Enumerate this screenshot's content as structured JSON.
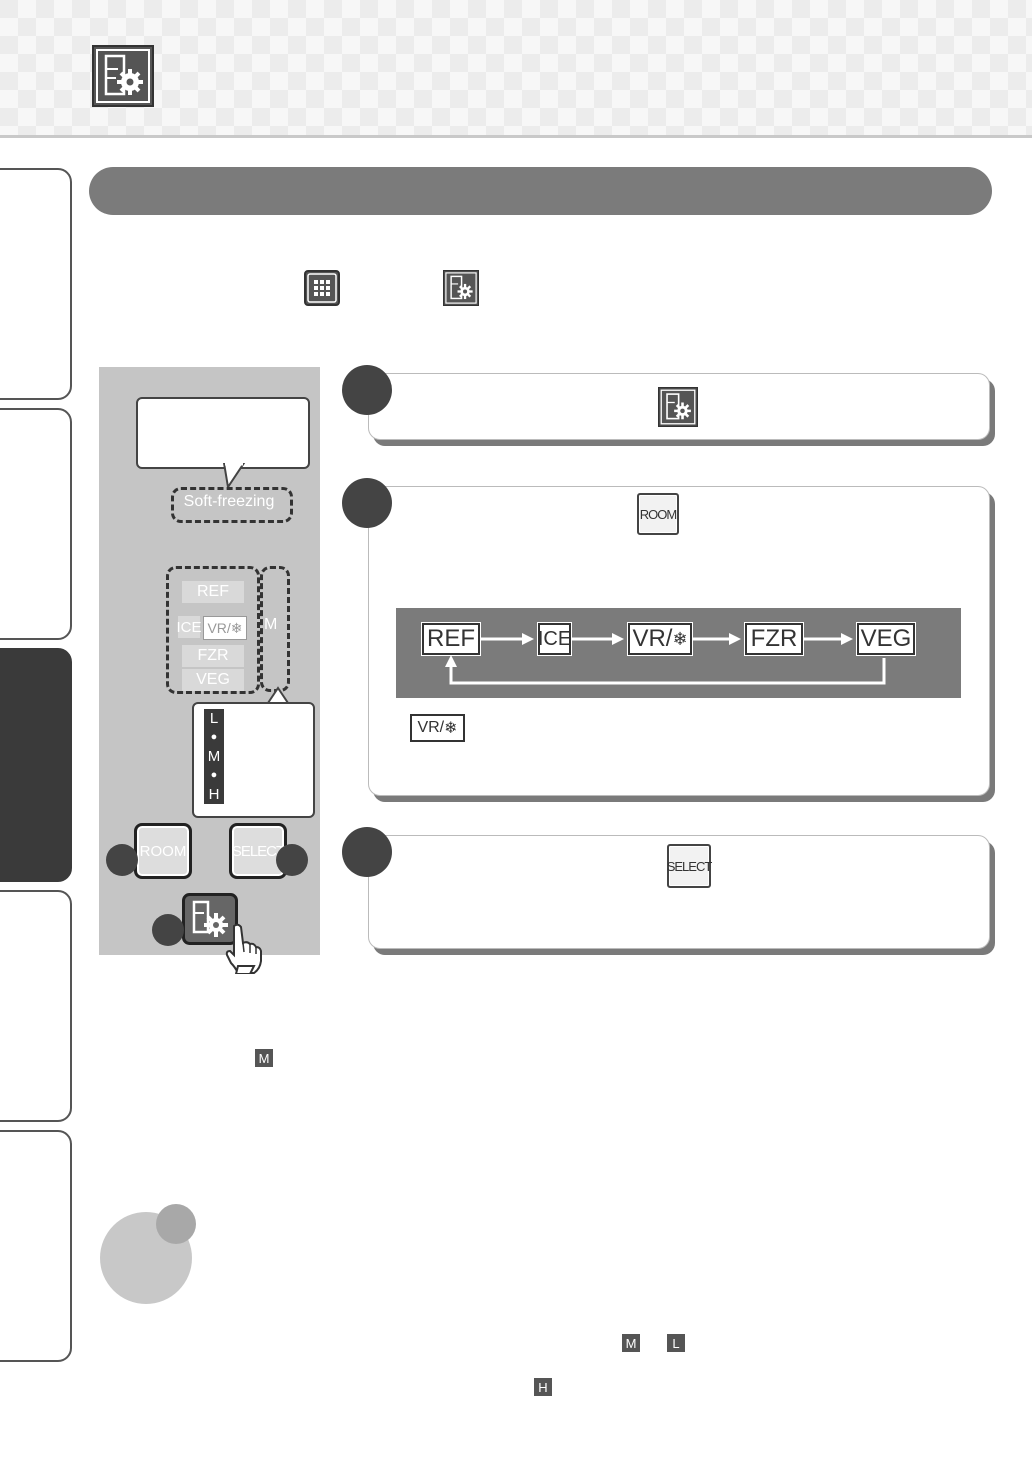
{
  "panel": {
    "soft_freezing_label": "Soft-freezing",
    "rooms": [
      "REF",
      "ICE",
      "VR/",
      "FZR",
      "VEG"
    ],
    "mode_indicator": "M",
    "levels": [
      "L",
      "●",
      "M",
      "●",
      "H"
    ],
    "room_button_label": "ROOM",
    "select_button_label": "SELECT"
  },
  "step2": {
    "room_icon_label": "ROOM",
    "cycle": [
      "REF",
      "ICE",
      "VR/",
      "FZR",
      "VEG"
    ],
    "vr_icon_label": "VR/"
  },
  "step3": {
    "select_icon_label": "SELECT"
  },
  "symbols": {
    "m": "M",
    "l": "L",
    "h": "H"
  }
}
